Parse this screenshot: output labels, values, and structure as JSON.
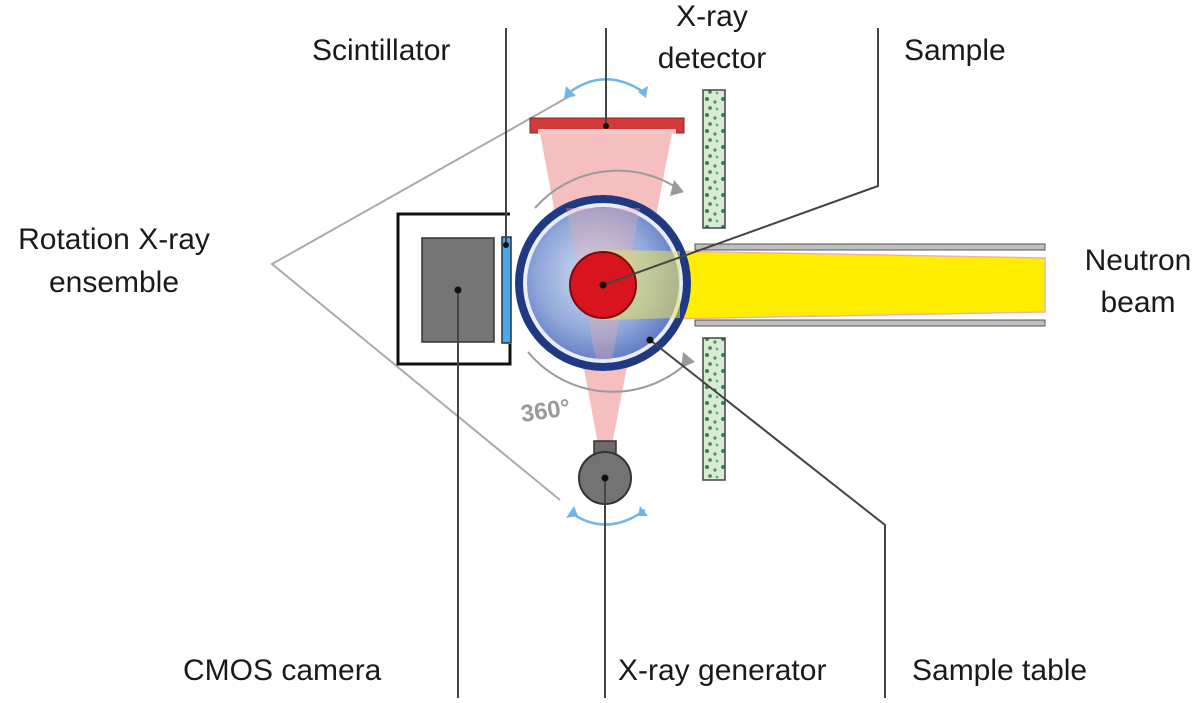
{
  "labels": {
    "scintillator": "Scintillator",
    "xray_detector_line1": "X-ray",
    "xray_detector_line2": "detector",
    "sample": "Sample",
    "rotation_line1": "Rotation X-ray",
    "rotation_line2": "ensemble",
    "neutron_line1": "Neutron",
    "neutron_line2": "beam",
    "cmos_camera": "CMOS camera",
    "xray_generator": "X-ray generator",
    "sample_table": "Sample table",
    "rotation_angle": "360°"
  },
  "colors": {
    "neutron_beam": "#ffee00",
    "xray_cone": "#f2a9a9",
    "detector_plate": "#d23a3a",
    "sample": "#d8141e",
    "sample_table_ring": "#1f3a82",
    "scintillator": "#4aa8e6",
    "camera_body": "#757575",
    "shield": "#2f8a3a",
    "rotation_arrow": "#6fb6e6"
  }
}
